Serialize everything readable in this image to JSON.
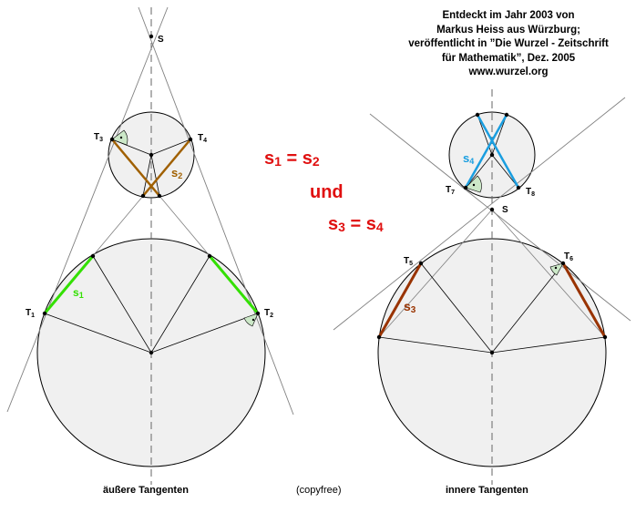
{
  "info": {
    "line1": "Entdeckt im Jahr 2003 von",
    "line2": "Markus Heiss aus Würzburg;",
    "line3": "veröffentlicht in ”Die Wurzel - Zeitschrift",
    "line4": "für Mathematik”, Dez. 2005",
    "line5": "www.wurzel.org"
  },
  "equations": {
    "eq1": {
      "left": "s",
      "left_sub": "1",
      "op": " = ",
      "right": "s",
      "right_sub": "2"
    },
    "und": "und",
    "eq2": {
      "left": "s",
      "left_sub": "3",
      "op": " = ",
      "right": "s",
      "right_sub": "4"
    }
  },
  "captions": {
    "left": "äußere Tangenten",
    "middle": "(copyfree)",
    "right": "innere Tangenten"
  },
  "labels": {
    "S": "S",
    "T": "T",
    "s": "s",
    "t1": "1",
    "t2": "2",
    "t3": "3",
    "t4": "4",
    "t5": "5",
    "t6": "6",
    "t7": "7",
    "t8": "8"
  },
  "colors": {
    "circle_fill": "#f0f0f0",
    "s1": "#33e000",
    "s2": "#a06000",
    "s3": "#993300",
    "s4": "#1a9ee0",
    "equation": "#e01010",
    "right_angle_fill": "#cce8c8"
  }
}
